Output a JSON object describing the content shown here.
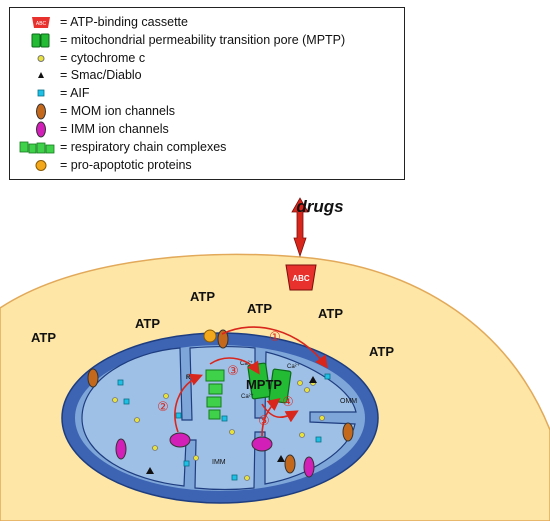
{
  "legend": {
    "items": [
      {
        "icon": "abc-transporter-icon",
        "text": "= ATP-binding cassette",
        "badge": "ABC"
      },
      {
        "icon": "mptp-icon",
        "text": "= mitochondrial permeability transition pore (MPTP)"
      },
      {
        "icon": "cytochrome-c-icon",
        "text": "= cytochrome c"
      },
      {
        "icon": "smac-diablo-icon",
        "text": "= Smac/Diablo"
      },
      {
        "icon": "aif-icon",
        "text": "= AIF"
      },
      {
        "icon": "mom-channel-icon",
        "text": "= MOM ion channels"
      },
      {
        "icon": "imm-channel-icon",
        "text": "= IMM ion channels"
      },
      {
        "icon": "respiratory-complex-icon",
        "text": "= respiratory chain complexes"
      },
      {
        "icon": "pro-apoptotic-icon",
        "text": "= pro-apoptotic proteins"
      }
    ]
  },
  "diagram": {
    "drugs_label": "drugs",
    "abc_label": "ABC",
    "atp_label": "ATP",
    "mptp_label": "MPTP",
    "ros_label": "ROS",
    "ca_label": "Ca²⁺",
    "omm_label": "OMM",
    "imm_label": "IMM",
    "steps": [
      "①",
      "②",
      "③",
      "④",
      "⑤"
    ]
  },
  "colors": {
    "cytoplasm": "#fde6a6",
    "mito_outer": "#3c64b3",
    "mito_inner": "#7fa6d8",
    "matrix": "#9fc0e6",
    "abc_red": "#e8302c",
    "mptp_green": "#22bb33",
    "complex_green": "#3fd14a",
    "mom_channel": "#c4681c",
    "imm_channel": "#d21fb8",
    "aif": "#1ec0e6",
    "cytochrome": "#e8e23a",
    "pro_apoptotic": "#f2a81a",
    "step_red": "#d9261c"
  }
}
